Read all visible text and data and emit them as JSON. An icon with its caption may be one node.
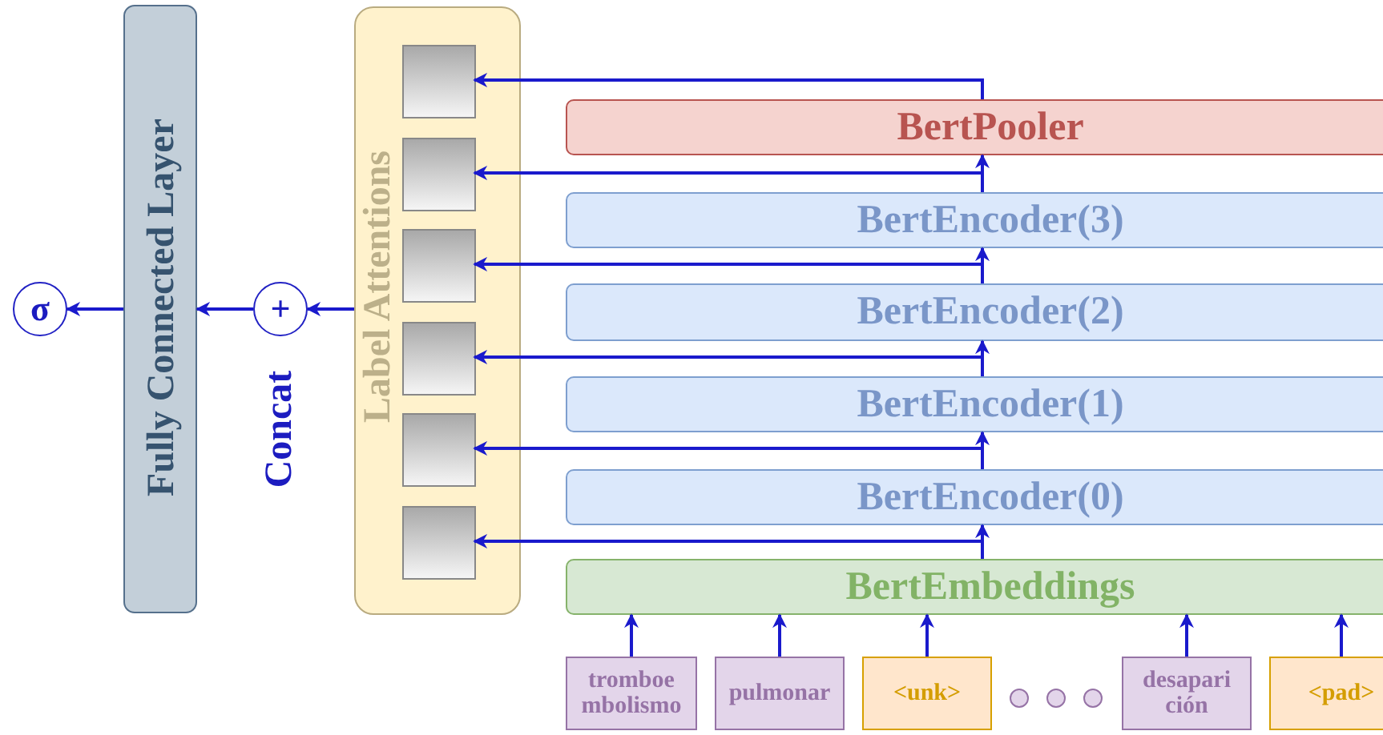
{
  "diagram": {
    "nodes": [
      {
        "text": [
          "σ"
        ]
      },
      {
        "text": [
          "Fully Connected Layer"
        ]
      },
      {
        "text": [
          "+"
        ],
        "beside": [
          "Concat"
        ]
      },
      {
        "text": [
          "Label Attentions"
        ]
      },
      {
        "text": [],
        "shape": "box",
        "in": 3
      },
      {
        "text": [],
        "shape": "box",
        "in": 3
      },
      {
        "text": [],
        "shape": "box",
        "in": 3
      },
      {
        "text": [],
        "shape": "box",
        "in": 3
      },
      {
        "text": [],
        "shape": "box",
        "in": 3
      },
      {
        "text": [],
        "shape": "box",
        "in": 3
      },
      {
        "text": [
          "BertPooler"
        ]
      },
      {
        "text": [
          "BertEncoder(3)"
        ]
      },
      {
        "text": [
          "BertEncoder(2)"
        ]
      },
      {
        "text": [
          "BertEncoder(1)"
        ]
      },
      {
        "text": [
          "BertEncoder(0)"
        ]
      },
      {
        "text": [
          "BertEmbeddings"
        ]
      },
      {
        "text": [
          "tromboe mbolismo"
        ]
      },
      {
        "text": [
          "pulmonar"
        ]
      },
      {
        "text": [
          "<unk>"
        ]
      },
      {
        "text": [],
        "shape": "circle"
      },
      {
        "text": [],
        "shape": "circle"
      },
      {
        "text": [],
        "shape": "circle"
      },
      {
        "text": [
          "desapari ción"
        ]
      },
      {
        "text": [
          "<pad>"
        ]
      }
    ],
    "edges": [
      {
        "from": 15,
        "to": 14,
        "arrow": "to"
      },
      {
        "from": 14,
        "to": 13,
        "arrow": "to"
      },
      {
        "from": 13,
        "to": 12,
        "arrow": "to"
      },
      {
        "from": 12,
        "to": 11,
        "arrow": "to"
      },
      {
        "from": 11,
        "to": 10,
        "arrow": "to"
      },
      {
        "from": 10,
        "to": 4,
        "arrow": "to"
      },
      {
        "from": 11,
        "to": 5,
        "arrow": "to"
      },
      {
        "from": 12,
        "to": 6,
        "arrow": "to"
      },
      {
        "from": 13,
        "to": 7,
        "arrow": "to"
      },
      {
        "from": 14,
        "to": 8,
        "arrow": "to"
      },
      {
        "from": 15,
        "to": 9,
        "arrow": "to"
      },
      {
        "from": 16,
        "to": 15,
        "arrow": "to"
      },
      {
        "from": 17,
        "to": 15,
        "arrow": "to"
      },
      {
        "from": 18,
        "to": 15,
        "arrow": "to"
      },
      {
        "from": 22,
        "to": 15,
        "arrow": "to"
      },
      {
        "from": 23,
        "to": 15,
        "arrow": "to"
      },
      {
        "from": 3,
        "to": 2,
        "arrow": "to"
      },
      {
        "from": 2,
        "to": 1,
        "arrow": "to"
      },
      {
        "from": 1,
        "to": 0,
        "arrow": "to"
      }
    ]
  }
}
